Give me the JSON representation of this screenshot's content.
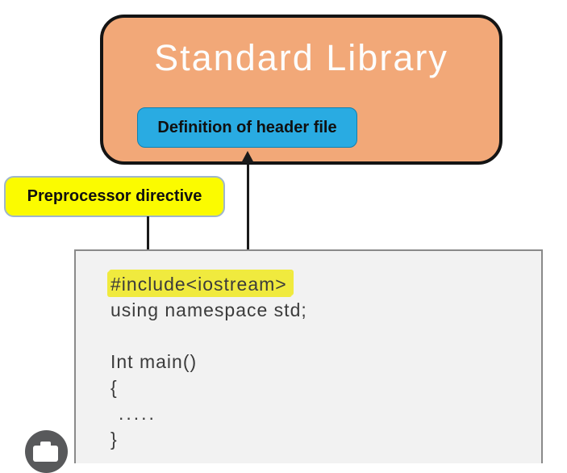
{
  "standard_library": {
    "label": "Standard Library"
  },
  "header_file": {
    "label": "Definition of header file"
  },
  "preprocessor": {
    "label": "Preprocessor directive"
  },
  "code": {
    "lines": [
      "#include<iostream>",
      "using namespace std;",
      "",
      "Int main()",
      "{",
      ".....",
      "}"
    ],
    "highlighted_line_index": 0
  },
  "colors": {
    "box_orange": "#F2A878",
    "box_blue": "#29ABE2",
    "label_yellow": "#FBFB00",
    "code_highlight": "#F0EA3E",
    "code_background": "#F2F2F2",
    "overlay_button_gray": "#58595B"
  }
}
